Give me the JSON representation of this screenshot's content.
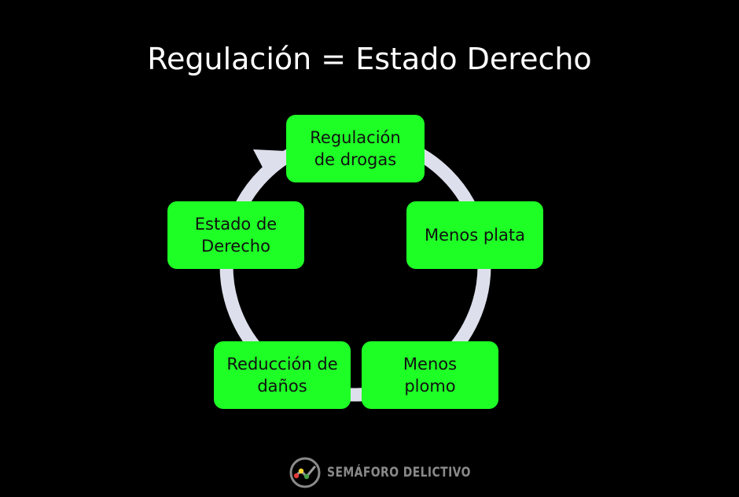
{
  "title": "Regulación = Estado Derecho",
  "cycle": {
    "nodes": [
      {
        "id": "regulacion-de-drogas",
        "label": "Regulación\nde drogas"
      },
      {
        "id": "menos-plata",
        "label": "Menos plata"
      },
      {
        "id": "menos-plomo",
        "label": "Menos\nplomo"
      },
      {
        "id": "reduccion-de-danos",
        "label": "Reducción de\ndaños"
      },
      {
        "id": "estado-de-derecho",
        "label": "Estado de\nDerecho"
      }
    ],
    "direction": "clockwise",
    "node_color": "#1eff26",
    "ring_color": "#dde0ec"
  },
  "footer": {
    "logo_text": "SEMÁFORO DELICTIVO",
    "logo_icon": "semaforo-delictivo-logo-icon"
  },
  "colors": {
    "background": "#000000",
    "title": "#ffffff"
  }
}
